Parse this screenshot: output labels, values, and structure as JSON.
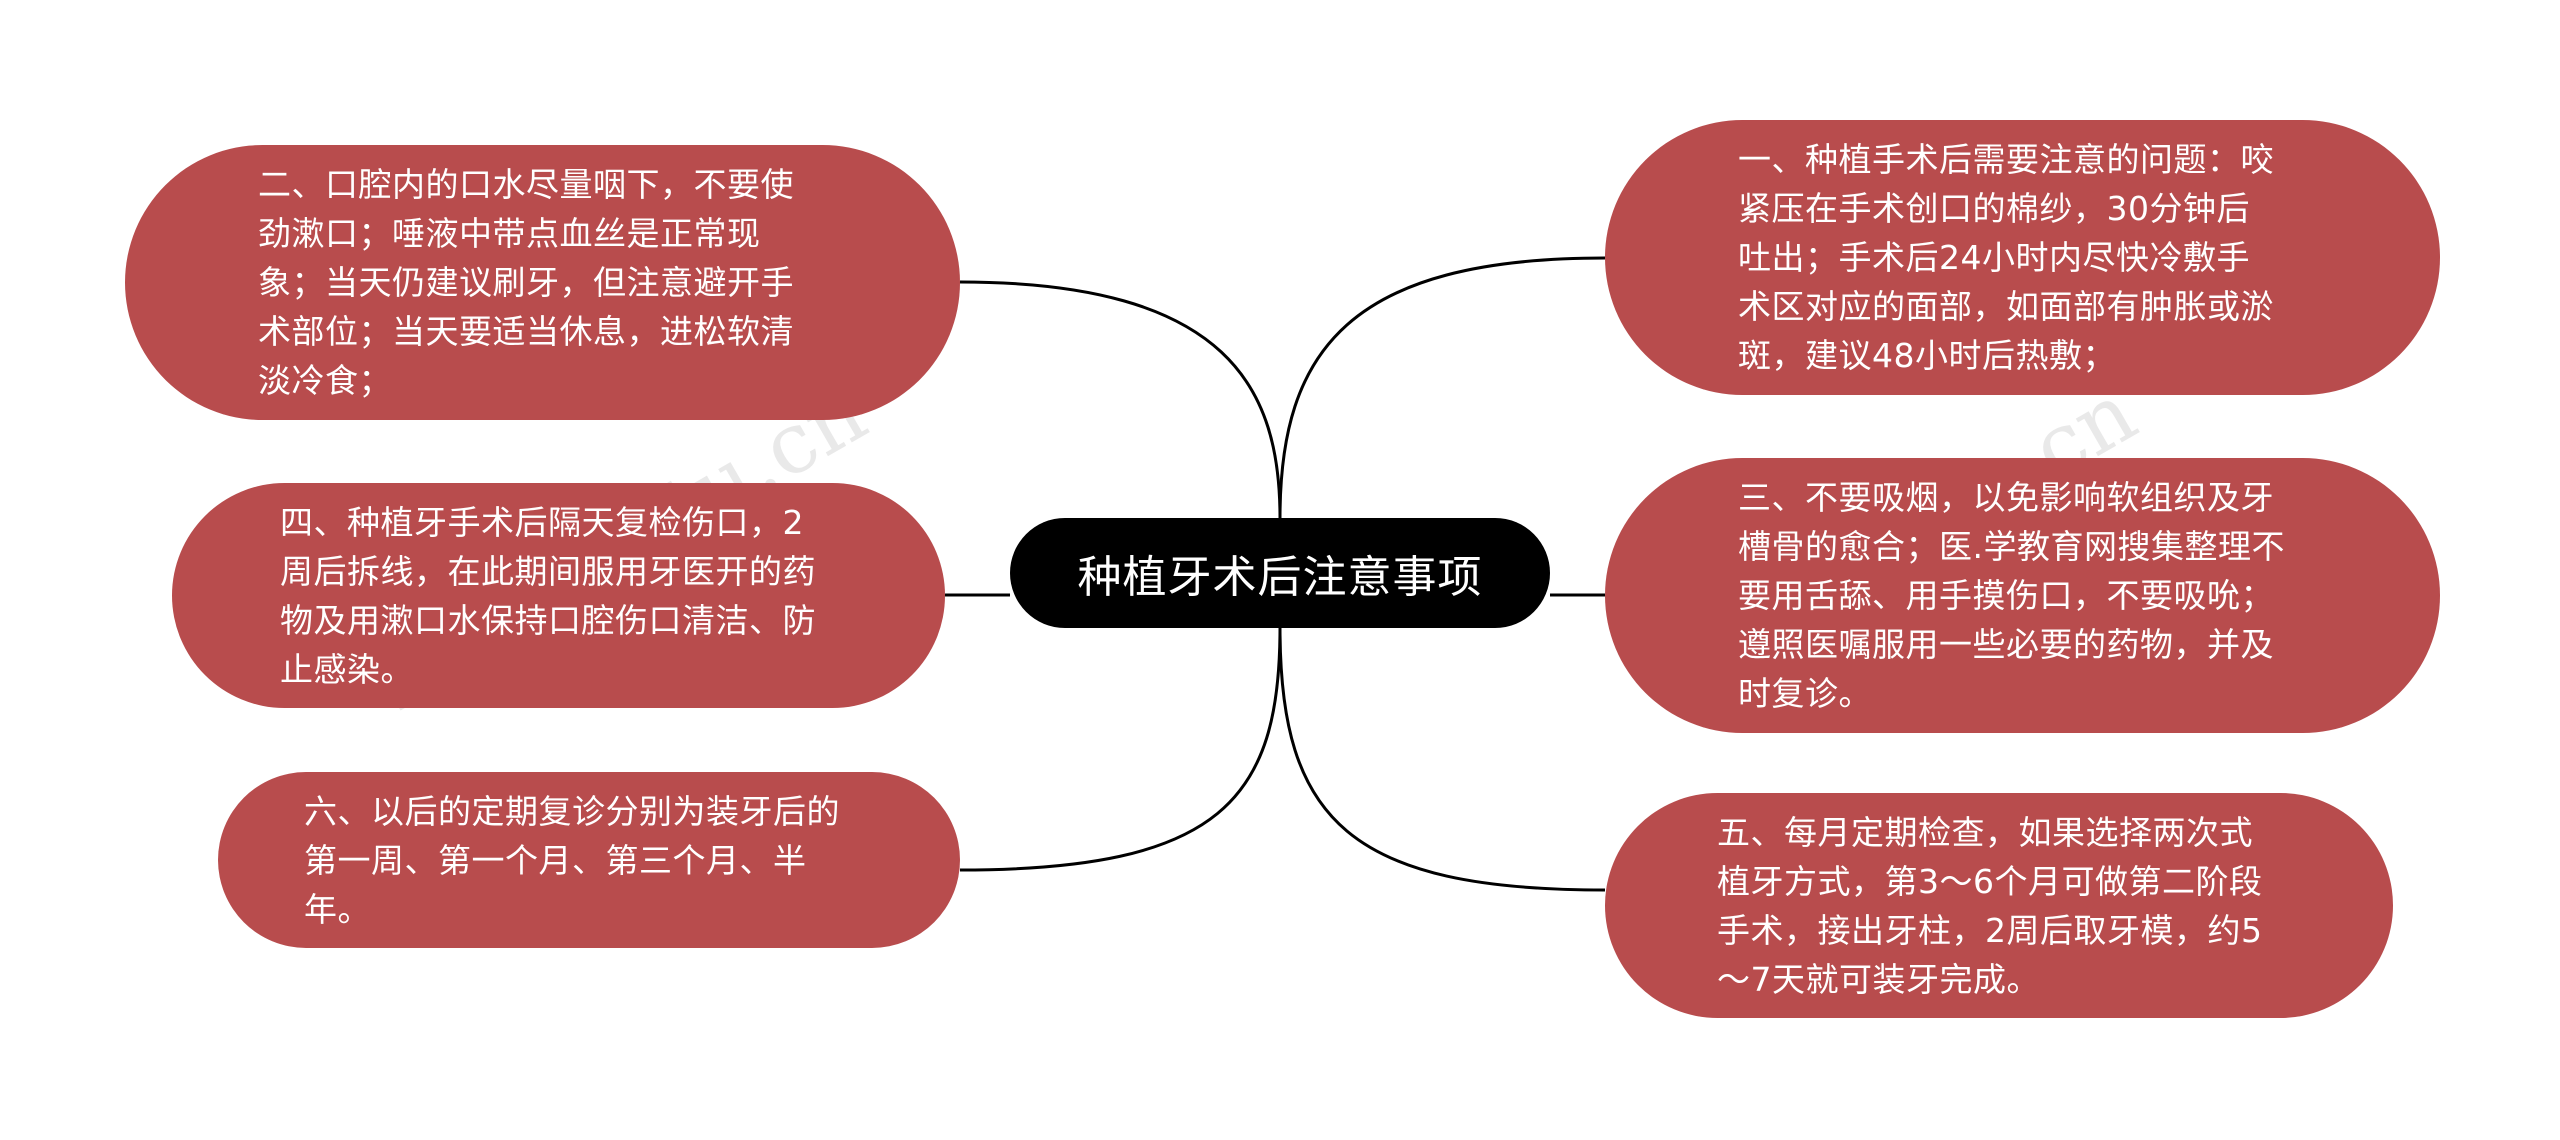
{
  "center": {
    "label": "种植牙术后注意事项"
  },
  "nodes": {
    "n1": "一、种植手术后需要注意的问题：咬紧压在手术创口的棉纱，30分钟后吐出；手术后24小时内尽快冷敷手术区对应的面部，如面部有肿胀或淤斑，建议48小时后热敷；",
    "n2": "二、口腔内的口水尽量咽下，不要使劲漱口；唾液中带点血丝是正常现象；当天仍建议刷牙，但注意避开手术部位；当天要适当休息，进松软清淡冷食；",
    "n3": "三、不要吸烟，以免影响软组织及牙槽骨的愈合；医.学教育网搜集整理不要用舌舔、用手摸伤口，不要吸吮；遵照医嘱服用一些必要的药物，并及时复诊。",
    "n4": "四、种植牙手术后隔天复检伤口，2周后拆线，在此期间服用牙医开的药物及用漱口水保持口腔伤口清洁、防止感染。",
    "n5": "五、每月定期检查，如果选择两次式植牙方式，第3～6个月可做第二阶段手术，接出牙柱，2周后取牙模，约5～7天就可装牙完成。",
    "n6": "六、以后的定期复诊分别为装牙后的第一周、第一个月、第三个月、半年。"
  },
  "watermarks": [
    "树图 shutu.cn",
    "树图 shutu.cn"
  ],
  "colors": {
    "node_fill": "#b84c4d",
    "center_fill": "#000000",
    "line": "#000000"
  }
}
